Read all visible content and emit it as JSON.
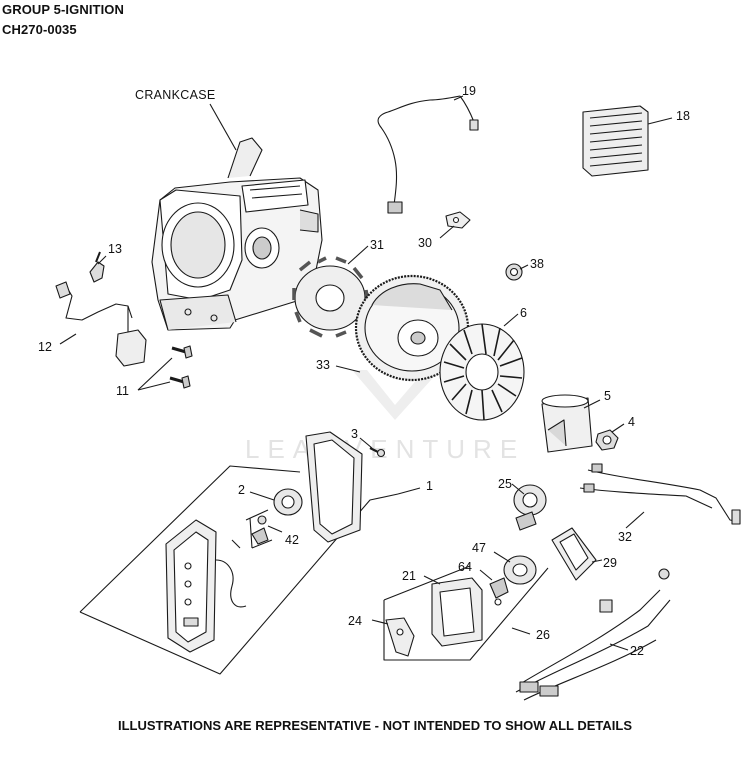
{
  "header": {
    "group_title": "GROUP 5-IGNITION",
    "diagram_code": "CH270-0035"
  },
  "footer_note": "ILLUSTRATIONS ARE REPRESENTATIVE - NOT INTENDED TO SHOW ALL DETAILS",
  "watermark_text": "LEADVENTURE",
  "callouts": {
    "crankcase": "CRANKCASE",
    "p1": "1",
    "p2": "2",
    "p3": "3",
    "p4": "4",
    "p5": "5",
    "p6": "6",
    "p11": "11",
    "p12": "12",
    "p13": "13",
    "p18": "18",
    "p19": "19",
    "p21": "21",
    "p22": "22",
    "p24": "24",
    "p25": "25",
    "p26": "26",
    "p29": "29",
    "p30": "30",
    "p31": "31",
    "p32": "32",
    "p33": "33",
    "p38": "38",
    "p42": "42",
    "p47": "47",
    "p64": "64"
  },
  "colors": {
    "line": "#1a1a1a",
    "part_fill": "#f4f4f4",
    "shade": "#bdbdbd",
    "watermark": "#e3e3e3"
  }
}
